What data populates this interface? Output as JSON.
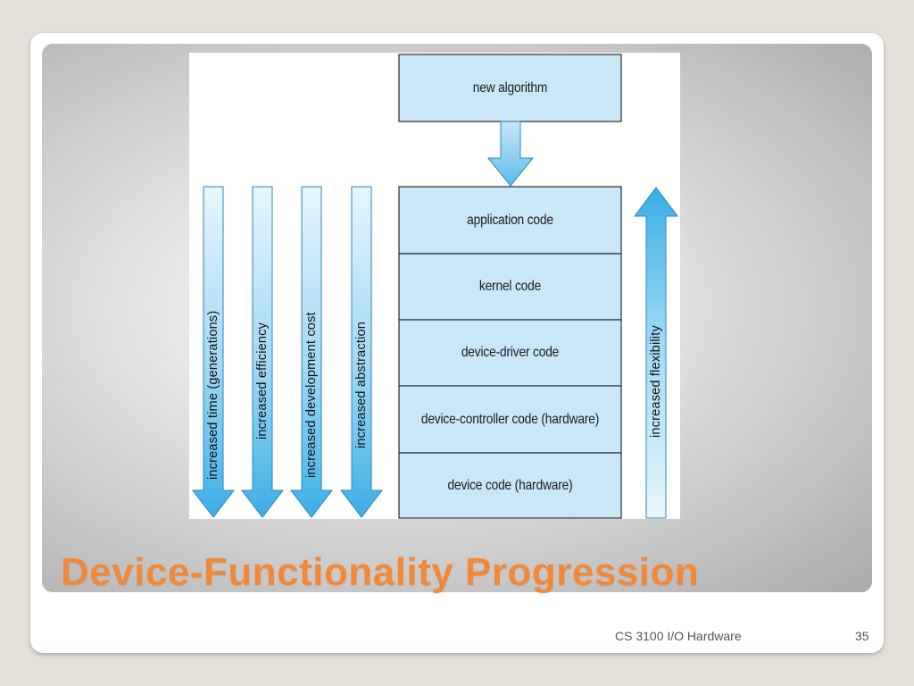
{
  "slide": {
    "title": "Device-Functionality Progression",
    "footer": "CS 3100 I/O Hardware",
    "page_number": "35"
  },
  "diagram": {
    "top_box": "new algorithm",
    "stack": [
      "application code",
      "kernel code",
      "device-driver code",
      "device-controller code (hardware)",
      "device code (hardware)"
    ],
    "down_arrows": [
      "increased time (generations)",
      "increased efficiency",
      "increased development cost",
      "increased abstraction"
    ],
    "up_arrow": "increased flexibility"
  },
  "colors": {
    "title": "#f08a3a",
    "box_fill": "#c9e7f7",
    "arrow_light": "#e4f4fc",
    "arrow_dark": "#3aaee6"
  }
}
